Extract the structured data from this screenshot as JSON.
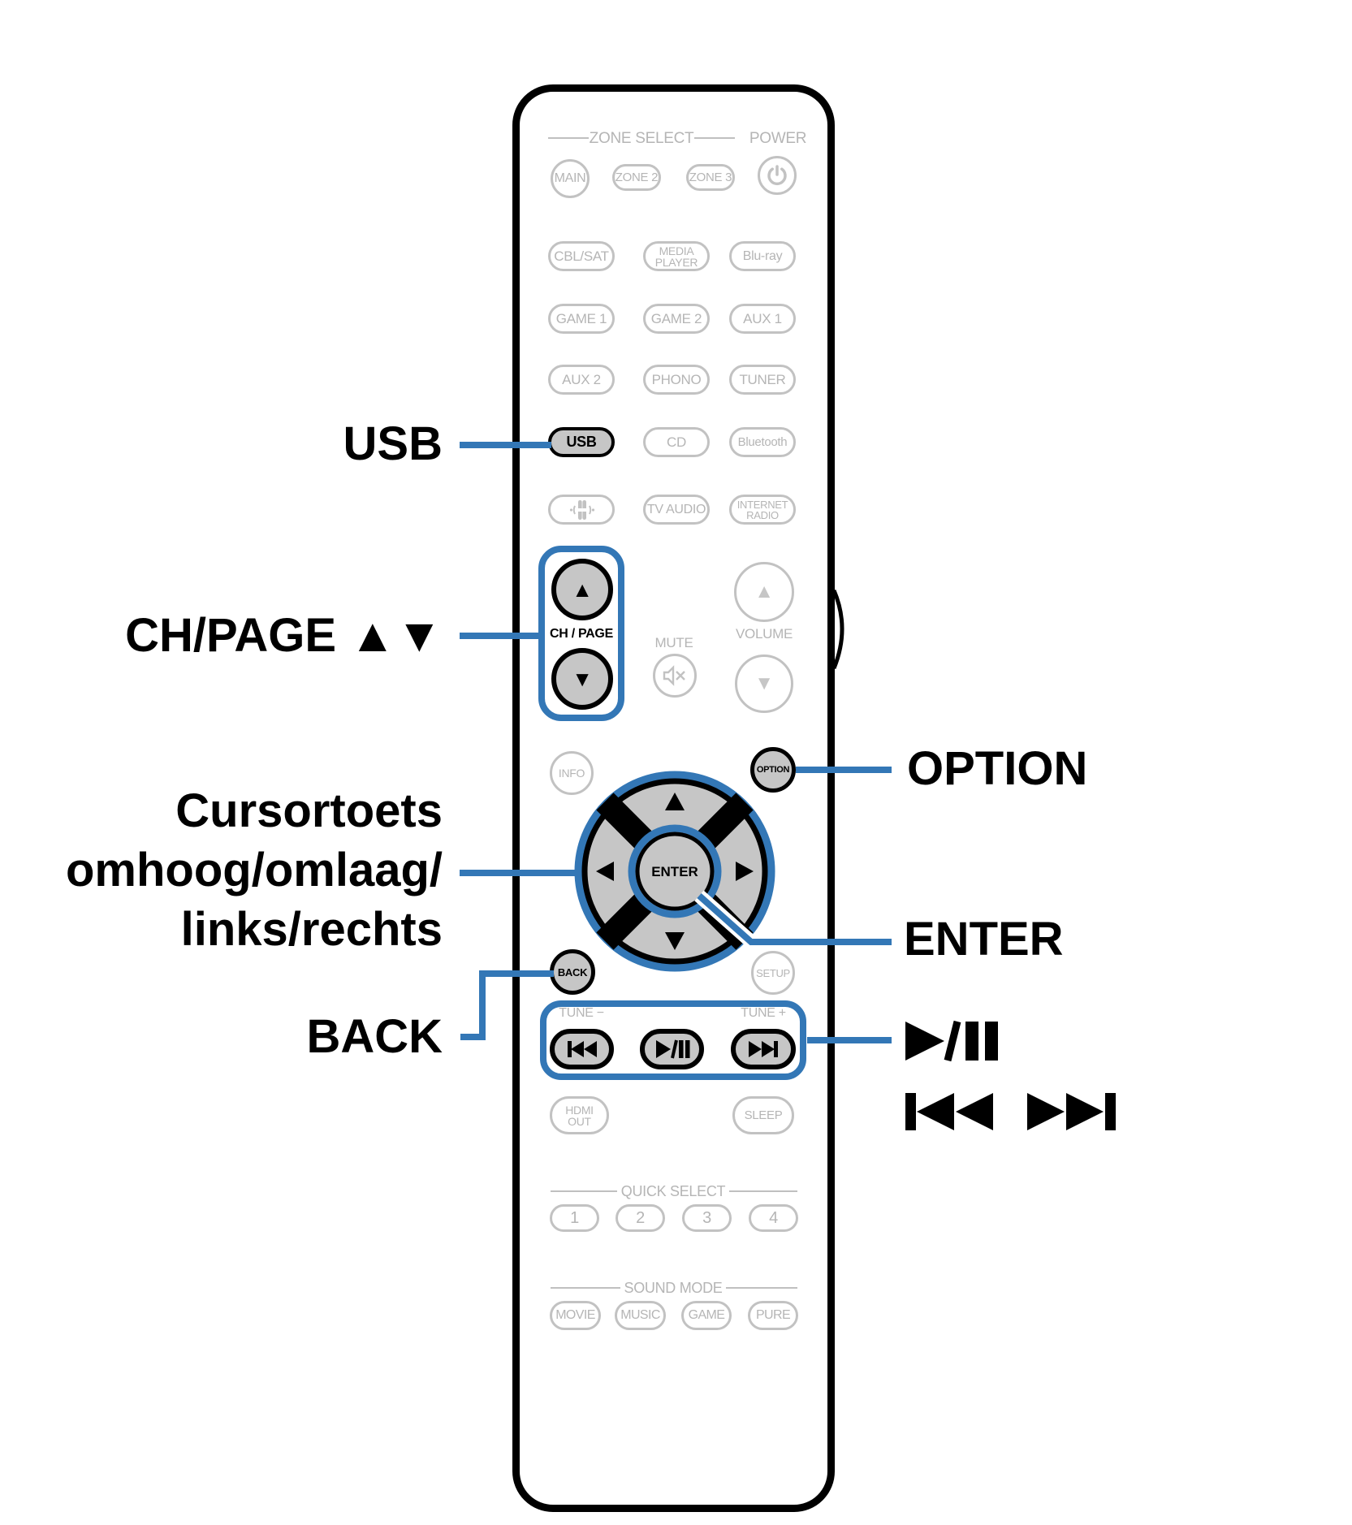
{
  "colors": {
    "accent_blue": "#3377b6",
    "button_fill_gray": "#c6c6c6",
    "inactive_gray": "#c2c2c2",
    "text_gray": "#b5b5b5",
    "black": "#000000"
  },
  "callouts": {
    "usb": "USB",
    "ch_page": "CH/PAGE ▲▼",
    "cursor_line1": "Cursortoets",
    "cursor_line2": "omhoog/omlaag/",
    "cursor_line3": "links/rechts",
    "back": "BACK",
    "option": "OPTION",
    "enter": "ENTER",
    "play_pause_icon": "play-pause-icon",
    "skip_icons": "skip-back-and-skip-forward-icons"
  },
  "remote": {
    "headers": {
      "zone_select": "ZONE SELECT",
      "power": "POWER",
      "mute": "MUTE",
      "volume": "VOLUME",
      "ch_page": "CH / PAGE",
      "tune_minus": "TUNE −",
      "tune_plus": "TUNE +",
      "quick_select": "QUICK SELECT",
      "sound_mode": "SOUND MODE"
    },
    "buttons": {
      "main": "MAIN",
      "zone2": "ZONE 2",
      "zone3": "ZONE 3",
      "cbl_sat": "CBL/SAT",
      "media_player": "MEDIA\nPLAYER",
      "blu_ray": "Blu-ray",
      "game1": "GAME 1",
      "game2": "GAME 2",
      "aux1": "AUX 1",
      "aux2": "AUX 2",
      "phono": "PHONO",
      "tuner": "TUNER",
      "usb": "USB",
      "cd": "CD",
      "bluetooth": "Bluetooth",
      "tv_audio": "TV AUDIO",
      "internet_radio": "INTERNET\nRADIO",
      "info": "INFO",
      "option": "OPTION",
      "enter": "ENTER",
      "back": "BACK",
      "setup": "SETUP",
      "hdmi_out": "HDMI\nOUT",
      "sleep": "SLEEP",
      "quick1": "1",
      "quick2": "2",
      "quick3": "3",
      "quick4": "4",
      "movie": "MOVIE",
      "music": "MUSIC",
      "game": "GAME",
      "pure": "PURE"
    },
    "glyphs": {
      "up_triangle": "▲",
      "down_triangle": "▼"
    },
    "icons": {
      "power": "power-icon",
      "sound_wave": "sound-wave-icon",
      "mute": "mute-speaker-icon",
      "skip_back": "skip-back-icon",
      "play_pause": "play-pause-icon",
      "skip_forward": "skip-forward-icon",
      "cursor_up": "cursor-up-arrow",
      "cursor_down": "cursor-down-arrow",
      "cursor_left": "cursor-left-arrow",
      "cursor_right": "cursor-right-arrow"
    }
  }
}
